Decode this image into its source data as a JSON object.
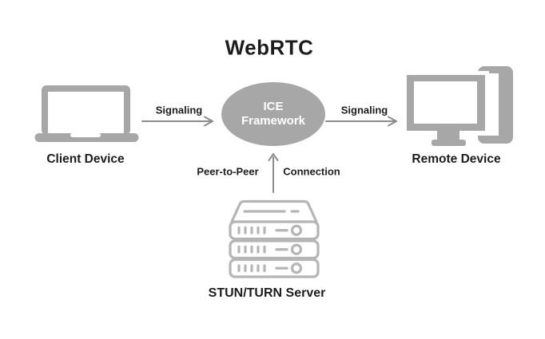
{
  "diagram": {
    "title": "WebRTC",
    "nodes": {
      "client": {
        "label": "Client Device",
        "icon": "laptop-icon"
      },
      "ice": {
        "label_line1": "ICE",
        "label_line2": "Framework",
        "shape": "ellipse"
      },
      "remote": {
        "label": "Remote Device",
        "icon": "desktop-monitor-icon"
      },
      "server": {
        "label": "STUN/TURN Server",
        "icon": "server-rack-icon"
      }
    },
    "edges": {
      "client_to_ice": {
        "label": "Signaling",
        "direction": "right"
      },
      "ice_to_remote": {
        "label": "Signaling",
        "direction": "right"
      },
      "server_to_ice": {
        "label_left": "Peer-to-Peer",
        "label_right": "Connection",
        "direction": "up"
      }
    },
    "colors": {
      "background": "#ffffff",
      "icon_gray": "#a7a7a7",
      "server_outline_gray": "#b5b5b5",
      "arrow_gray": "#8c8c8c",
      "text_dark": "#1d1d1d",
      "ellipse_fill": "#a7a7a7",
      "ellipse_text": "#ffffff"
    }
  }
}
